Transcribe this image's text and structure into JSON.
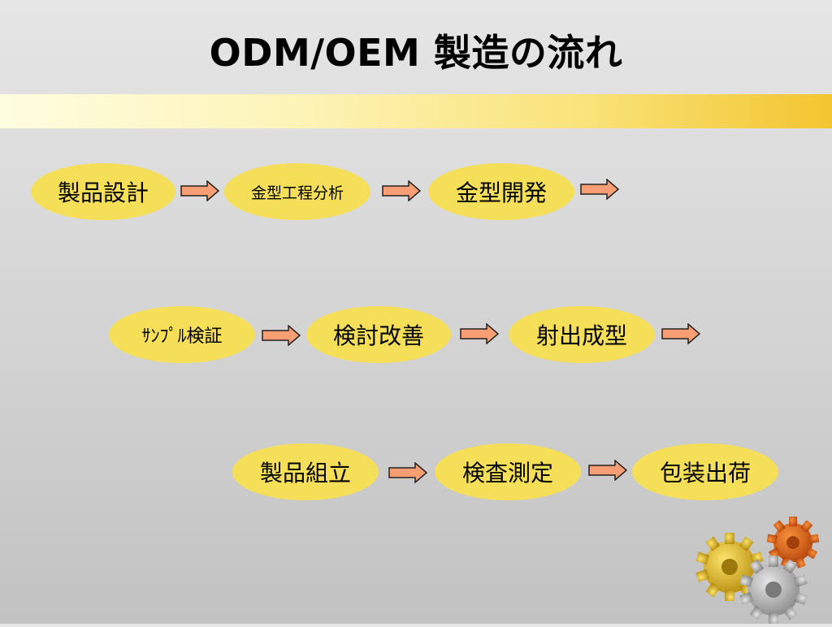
{
  "title": "ODM/OEM 製造の流れ",
  "nodes": [
    {
      "label": "製品設計"
    },
    {
      "label": "金型工程分析"
    },
    {
      "label": "金型開発"
    },
    {
      "label": "ｻﾝﾌﾟﾙ検証"
    },
    {
      "label": "検討改善"
    },
    {
      "label": "射出成型"
    },
    {
      "label": "製品組立"
    },
    {
      "label": "検査測定"
    },
    {
      "label": "包装出荷"
    }
  ],
  "colors": {
    "node_fill": "#f6df58",
    "arrow_fill": "#f79e74",
    "arrow_stroke": "#222222",
    "band_start": "#fefde0",
    "band_end": "#f3c530"
  },
  "icons": {
    "decoration": "gears-icon"
  }
}
